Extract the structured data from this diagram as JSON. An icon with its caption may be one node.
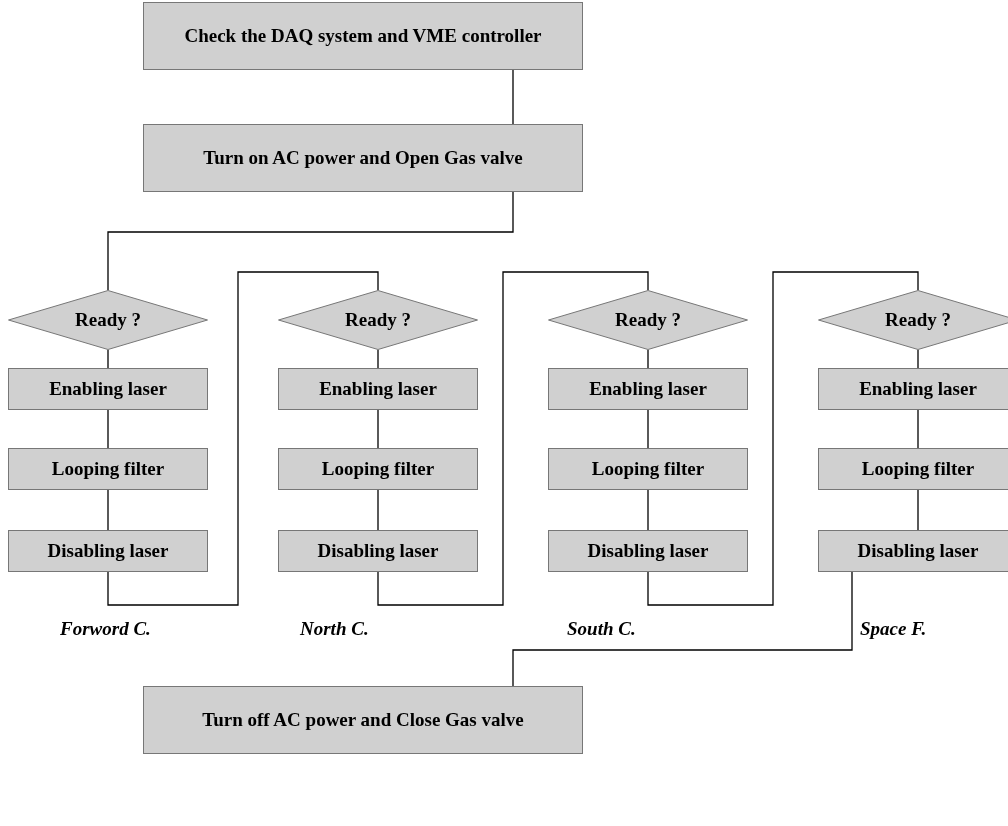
{
  "diagram": {
    "nodes": [
      {
        "text": [
          "Check the DAQ system and VME controller"
        ]
      },
      {
        "text": [
          "Turn on AC power  and Open Gas valve"
        ]
      },
      {
        "text": [
          "Ready ?"
        ]
      },
      {
        "text": [
          "Enabling laser"
        ]
      },
      {
        "text": [
          "Looping filter"
        ]
      },
      {
        "text": [
          "Disabling laser"
        ]
      },
      {
        "text": [
          "Ready ?"
        ]
      },
      {
        "text": [
          "Enabling laser"
        ]
      },
      {
        "text": [
          "Looping filter"
        ]
      },
      {
        "text": [
          "Disabling laser"
        ]
      },
      {
        "text": [
          "Ready ?"
        ]
      },
      {
        "text": [
          "Enabling laser"
        ]
      },
      {
        "text": [
          "Looping filter"
        ]
      },
      {
        "text": [
          "Disabling laser"
        ]
      },
      {
        "text": [
          "Ready ?"
        ]
      },
      {
        "text": [
          "Enabling laser"
        ]
      },
      {
        "text": [
          "Looping filter"
        ]
      },
      {
        "text": [
          "Disabling laser"
        ]
      },
      {
        "text": [
          "Turn off AC power and Close Gas valve"
        ]
      }
    ],
    "edges": [
      {
        "from": 0,
        "to": 1,
        "arrow": "none"
      },
      {
        "from": 1,
        "to": 2,
        "arrow": "none"
      },
      {
        "from": 2,
        "to": 3,
        "arrow": "none"
      },
      {
        "from": 3,
        "to": 4,
        "arrow": "none"
      },
      {
        "from": 4,
        "to": 5,
        "arrow": "none"
      },
      {
        "from": 6,
        "to": 7,
        "arrow": "none"
      },
      {
        "from": 7,
        "to": 8,
        "arrow": "none"
      },
      {
        "from": 8,
        "to": 9,
        "arrow": "none"
      },
      {
        "from": 10,
        "to": 11,
        "arrow": "none"
      },
      {
        "from": 11,
        "to": 12,
        "arrow": "none"
      },
      {
        "from": 12,
        "to": 13,
        "arrow": "none"
      },
      {
        "from": 14,
        "to": 15,
        "arrow": "none"
      },
      {
        "from": 15,
        "to": 16,
        "arrow": "none"
      },
      {
        "from": 16,
        "to": 17,
        "arrow": "none"
      },
      {
        "from": 5,
        "to": 6,
        "arrow": "none"
      },
      {
        "from": 9,
        "to": 10,
        "arrow": "none"
      },
      {
        "from": 13,
        "to": 14,
        "arrow": "none"
      },
      {
        "from": 17,
        "to": 18,
        "arrow": "none"
      }
    ],
    "labels": [
      "Forword C.",
      "North C.",
      "South C.",
      "Space F."
    ]
  }
}
